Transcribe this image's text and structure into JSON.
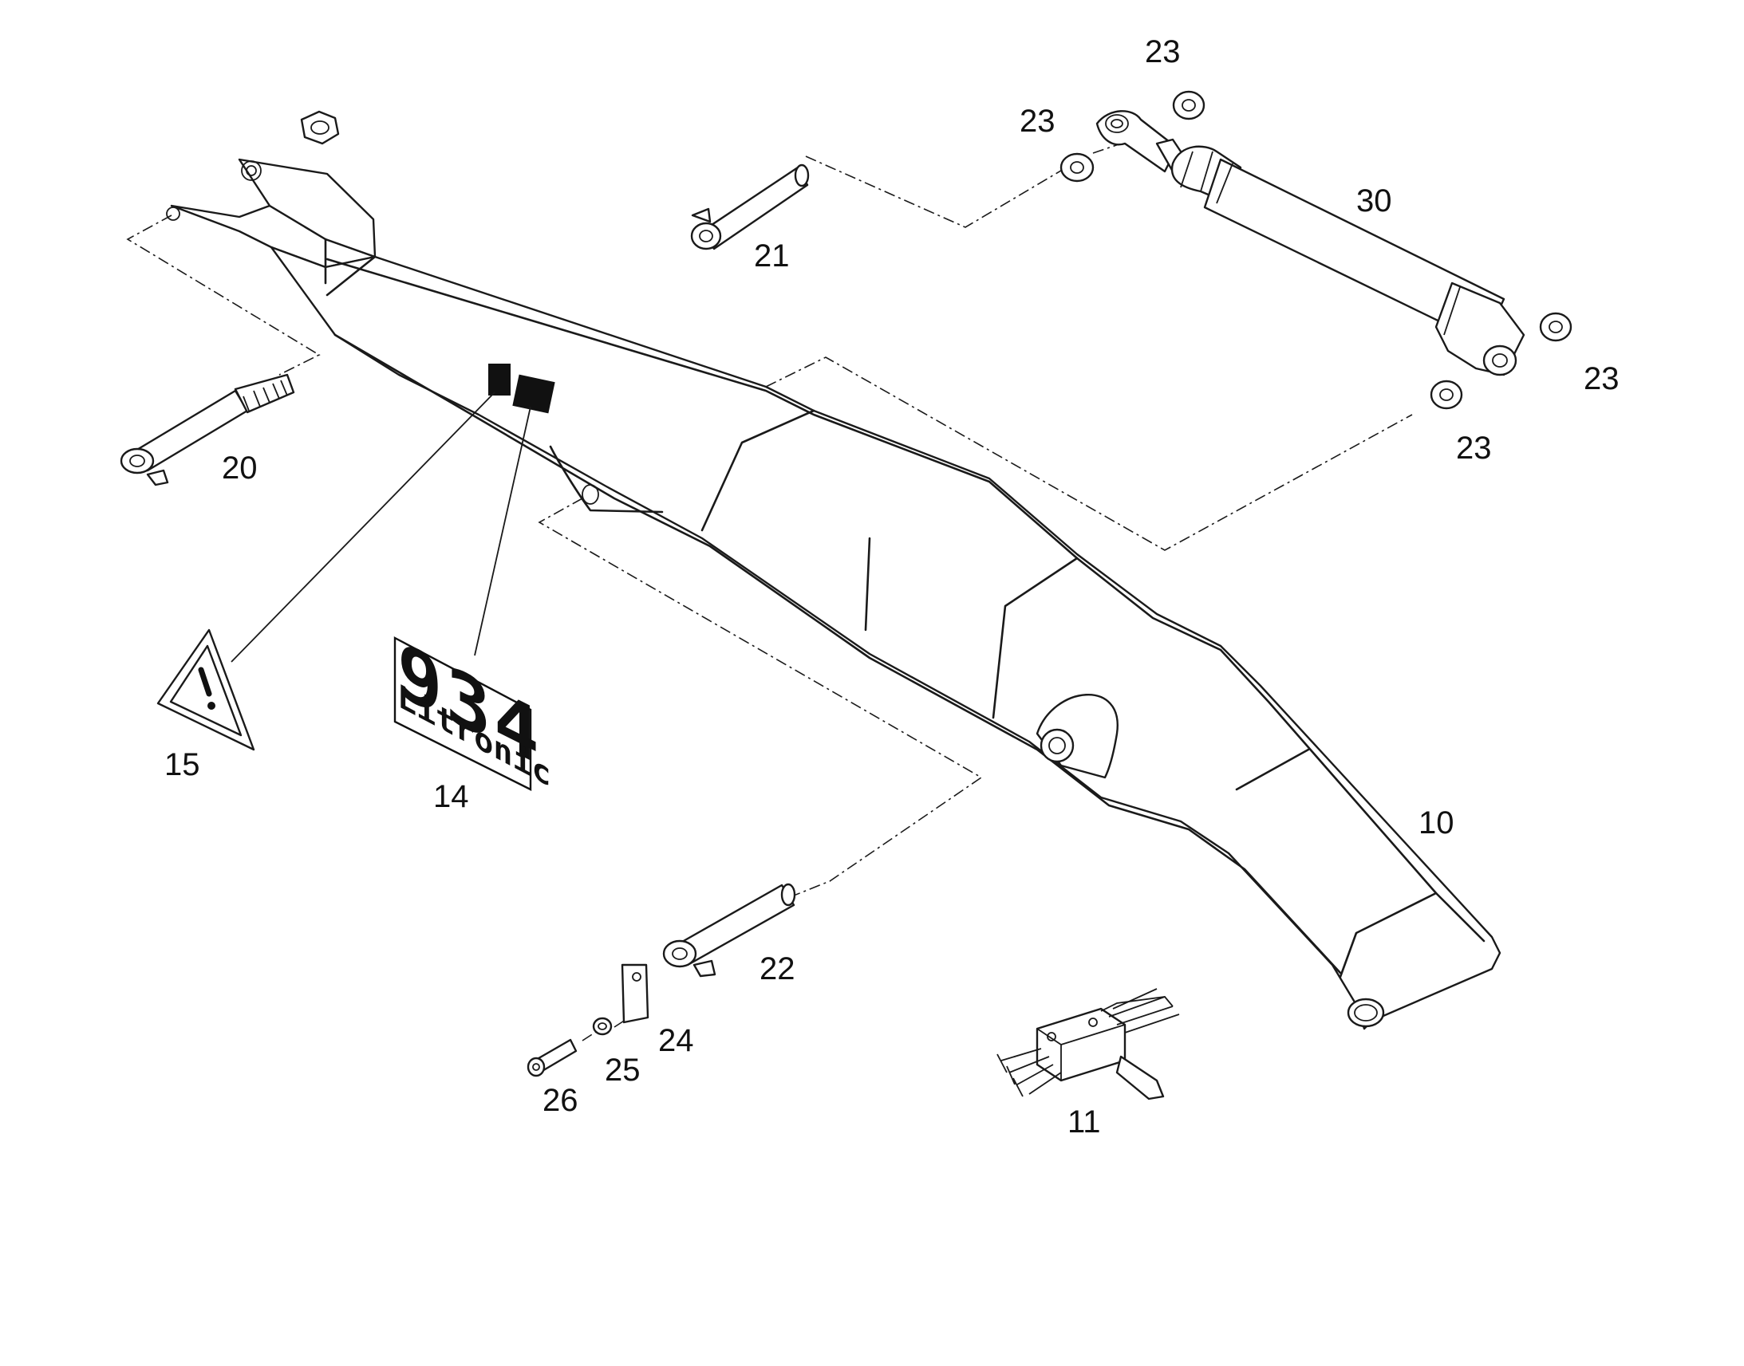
{
  "callouts": {
    "c10": "10",
    "c11": "11",
    "c14": "14",
    "c15": "15",
    "c20": "20",
    "c21": "21",
    "c22": "22",
    "c23a": "23",
    "c23b": "23",
    "c23c": "23",
    "c23d": "23",
    "c24": "24",
    "c25": "25",
    "c26": "26",
    "c30": "30"
  },
  "decal": {
    "model": "934",
    "brand": "Litronic"
  },
  "colors": {
    "line": "#1a1a1a",
    "background": "#ffffff"
  }
}
